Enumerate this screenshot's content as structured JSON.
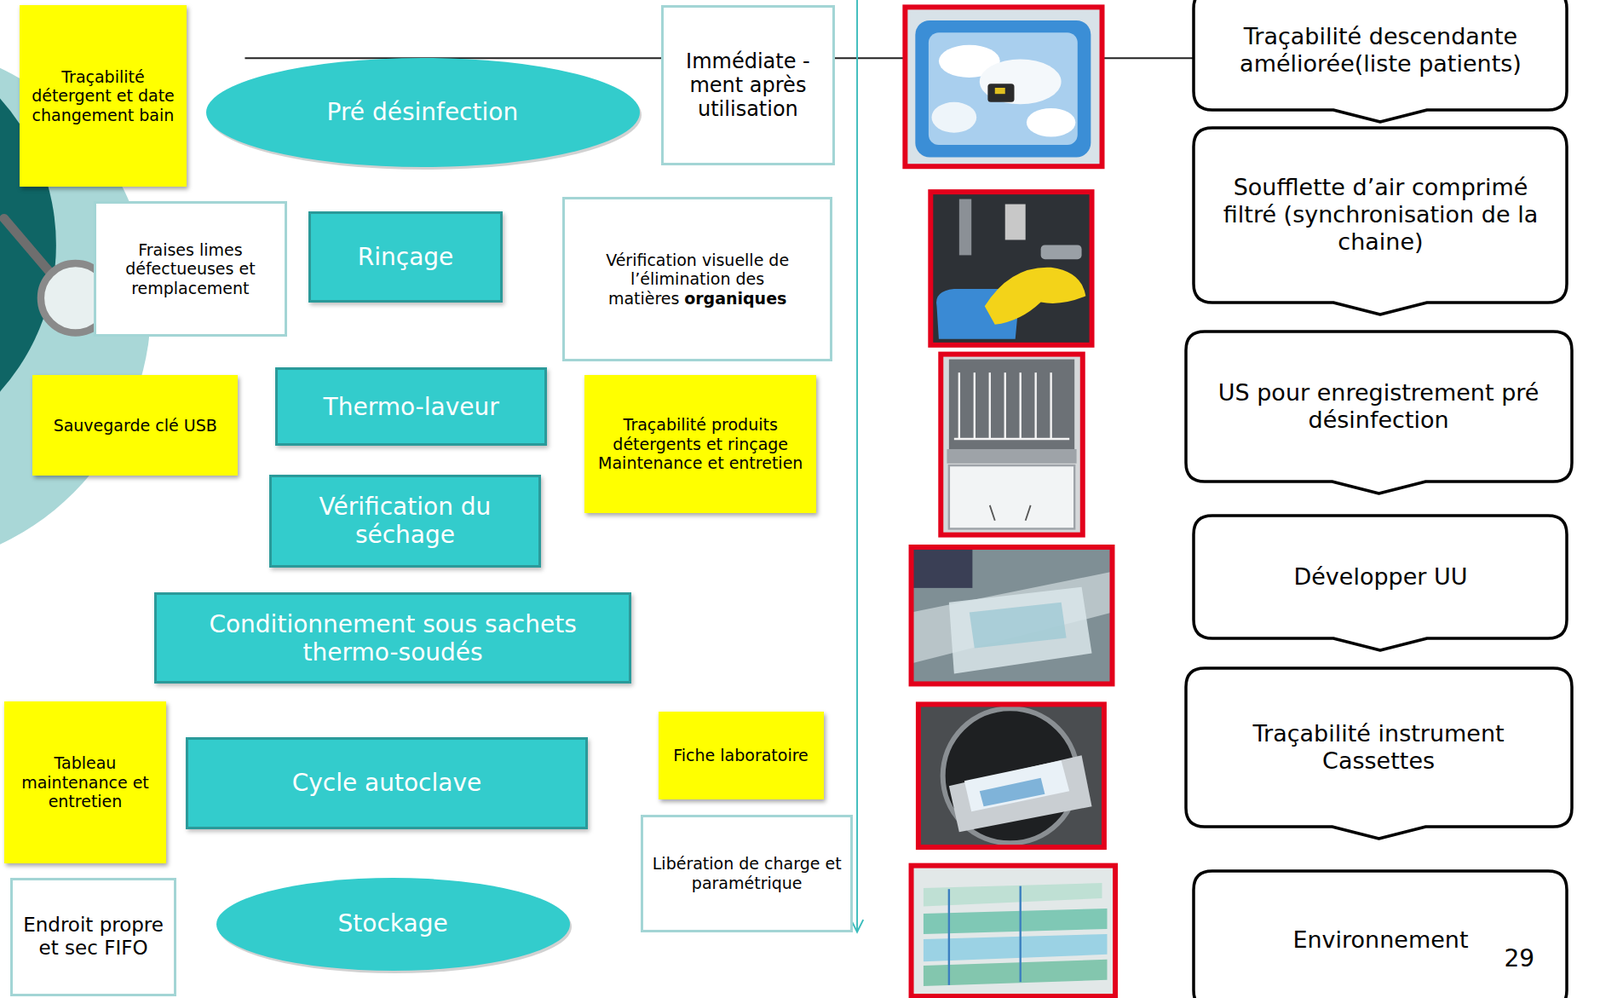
{
  "diagram": {
    "nodes": [
      {
        "text": [
          "Traçabilité détergent et date changement bain"
        ]
      },
      {
        "text": [
          "Pré désinfection"
        ]
      },
      {
        "text": [
          "Immédiate -ment après utilisation"
        ]
      },
      {
        "text": [
          "Traçabilité descendante améliorée(liste patients)"
        ]
      },
      {
        "text": [
          "Soufflette d’air comprimé filtré (synchronisation de la chaine)"
        ]
      },
      {
        "text": [
          "Fraises limes défectueuses et remplacement"
        ]
      },
      {
        "text": [
          "Rinçage"
        ]
      },
      {
        "text": [
          "Vérification visuelle de l’élimination des matières",
          "organiques"
        ]
      },
      {
        "text": [
          "US pour enregistrement pré désinfection"
        ]
      },
      {
        "text": [
          "Sauvegarde clé USB"
        ]
      },
      {
        "text": [
          "Thermo-laveur"
        ]
      },
      {
        "text": [
          "Traçabilité produits détergents et rinçage",
          "Maintenance et entretien"
        ]
      },
      {
        "text": [
          "Vérification du séchage"
        ]
      },
      {
        "text": [
          "Développer UU"
        ]
      },
      {
        "text": [
          "Conditionnement sous sachets thermo-soudés"
        ]
      },
      {
        "text": [
          "Tableau maintenance et entretien"
        ]
      },
      {
        "text": [
          "Cycle autoclave"
        ]
      },
      {
        "text": [
          "Fiche laboratoire"
        ]
      },
      {
        "text": [
          "Traçabilité instrument Cassettes"
        ]
      },
      {
        "text": [
          "Libération de charge et paramétrique"
        ]
      },
      {
        "text": [
          "Endroit propre et sec FIFO"
        ]
      },
      {
        "text": [
          "Stockage"
        ]
      },
      {
        "text": [
          "Environnement"
        ]
      }
    ],
    "labels": [
      "29"
    ]
  }
}
